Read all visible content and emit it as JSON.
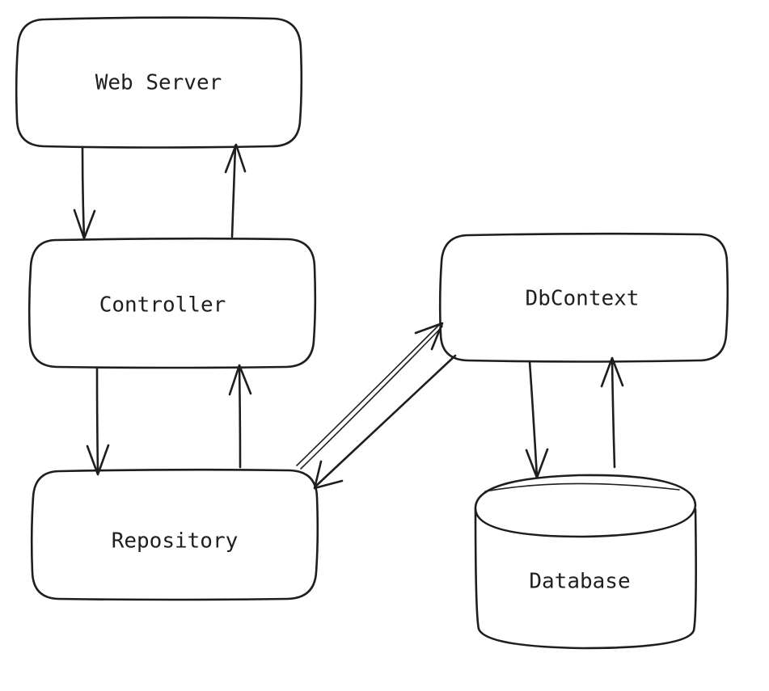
{
  "diagram": {
    "nodes": {
      "web_server": {
        "label": "Web Server"
      },
      "controller": {
        "label": "Controller"
      },
      "repository": {
        "label": "Repository"
      },
      "dbcontext": {
        "label": "DbContext"
      },
      "database": {
        "label": "Database"
      }
    },
    "edges": [
      {
        "from": "web_server",
        "to": "controller"
      },
      {
        "from": "controller",
        "to": "web_server"
      },
      {
        "from": "controller",
        "to": "repository"
      },
      {
        "from": "repository",
        "to": "controller"
      },
      {
        "from": "repository",
        "to": "dbcontext"
      },
      {
        "from": "dbcontext",
        "to": "repository"
      },
      {
        "from": "dbcontext",
        "to": "database"
      },
      {
        "from": "database",
        "to": "dbcontext"
      }
    ],
    "colors": {
      "stroke": "#1e1e1e",
      "background": "#ffffff"
    }
  }
}
